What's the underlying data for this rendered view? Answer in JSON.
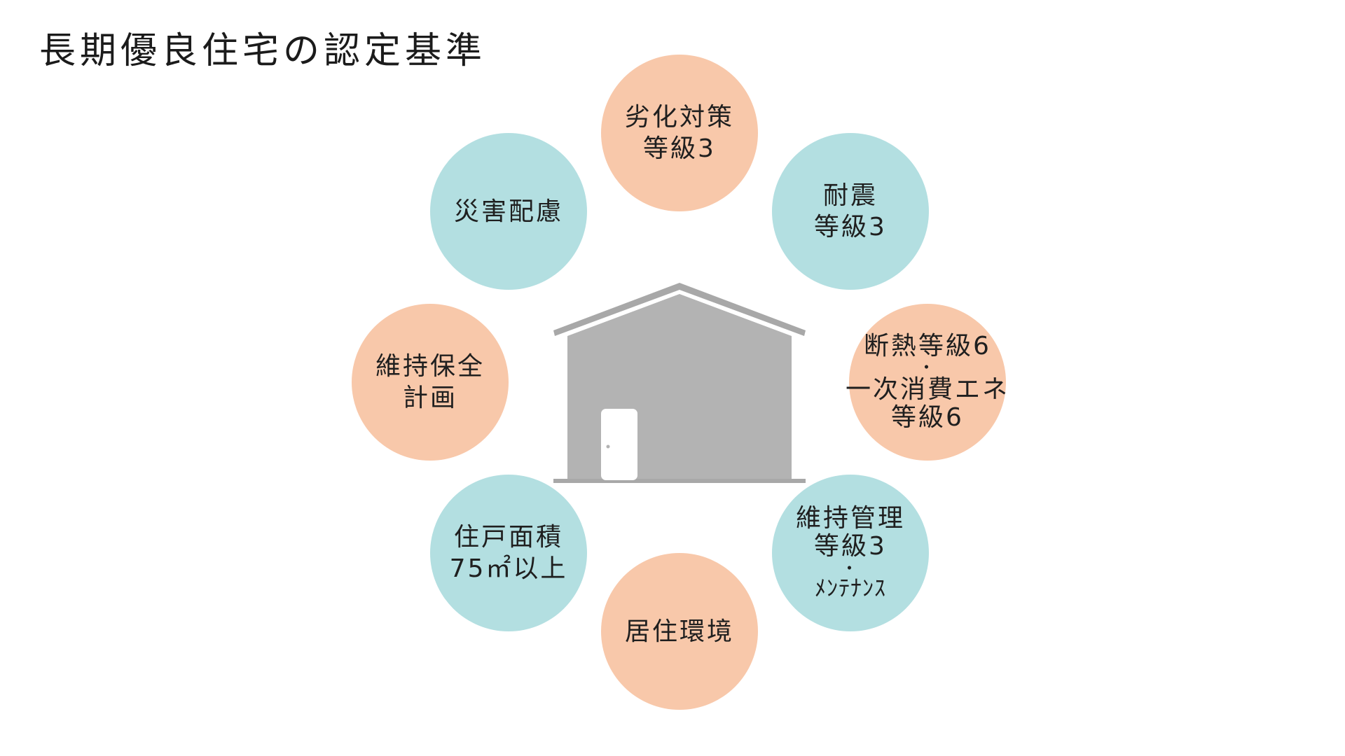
{
  "title": "長期優良住宅の認定基準",
  "colors": {
    "peach": "#f8c8aa",
    "teal": "#b3dfe1",
    "house": "#b3b3b3",
    "door": "#ffffff",
    "roof_line": "#a8a8a8"
  },
  "criteria": [
    {
      "lines": [
        "劣化対策",
        "等級3"
      ],
      "color": "peach"
    },
    {
      "lines": [
        "耐震",
        "等級3"
      ],
      "color": "teal"
    },
    {
      "lines": [
        "断熱等級6",
        "・",
        "一次消費エネ",
        "等級6"
      ],
      "color": "peach"
    },
    {
      "lines": [
        "維持管理",
        "等級3",
        "・",
        "ﾒﾝﾃﾅﾝｽ"
      ],
      "color": "teal"
    },
    {
      "lines": [
        "居住環境"
      ],
      "color": "peach"
    },
    {
      "lines": [
        "住戸面積",
        "75㎡以上"
      ],
      "color": "teal"
    },
    {
      "lines": [
        "維持保全",
        "計画"
      ],
      "color": "peach"
    },
    {
      "lines": [
        "災害配慮"
      ],
      "color": "teal"
    }
  ],
  "center_icon": "house-icon"
}
